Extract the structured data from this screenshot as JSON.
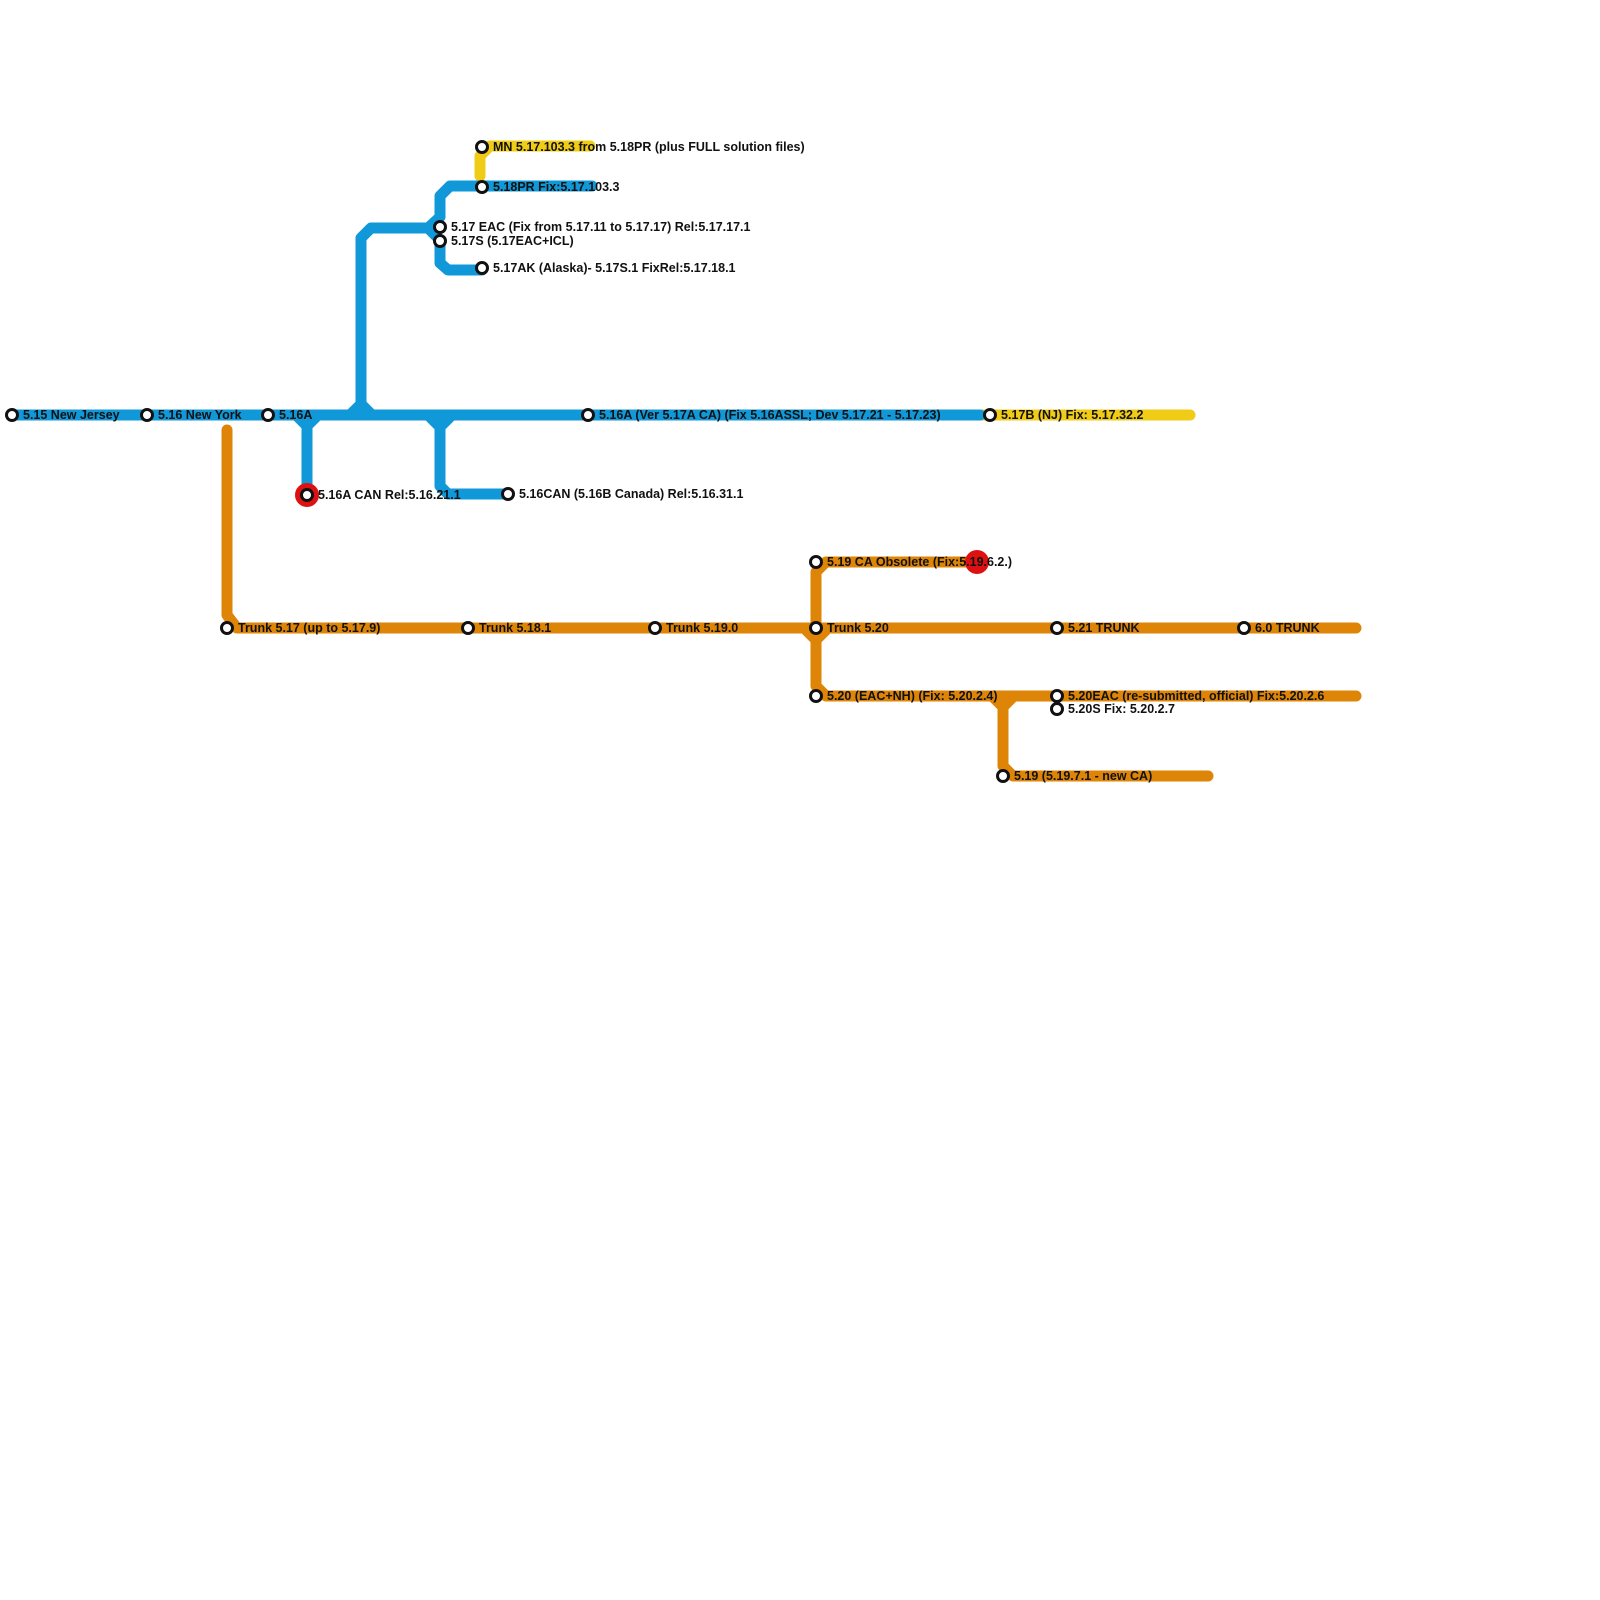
{
  "colors": {
    "blue_line": "#1098d8",
    "orange_line": "#de8508",
    "yellow_line": "#f0cc17",
    "station_fill": "#ffffff",
    "station_stroke": "#111111",
    "terminal_marker": "#dd1111",
    "text": "#111111"
  },
  "lines": [
    {
      "id": "blue",
      "color_key": "blue_line"
    },
    {
      "id": "orange",
      "color_key": "orange_line"
    },
    {
      "id": "yellow",
      "color_key": "yellow_line"
    }
  ],
  "stations": [
    {
      "id": "s515nj",
      "label": "5.15 New Jersey"
    },
    {
      "id": "s516ny",
      "label": "5.16 New York"
    },
    {
      "id": "s516a",
      "label": "5.16A"
    },
    {
      "id": "s516acan",
      "label": "5.16A CAN Rel:5.16.21.1",
      "status": "obsolete"
    },
    {
      "id": "s516can",
      "label": "5.16CAN (5.16B Canada) Rel:5.16.31.1"
    },
    {
      "id": "s516aver",
      "label": "5.16A (Ver 5.17A CA) (Fix 5.16ASSL; Dev 5.17.21 - 5.17.23)"
    },
    {
      "id": "s517bnj",
      "label": "5.17B (NJ) Fix: 5.17.32.2"
    },
    {
      "id": "s517eac",
      "label": "5.17 EAC (Fix from 5.17.11 to 5.17.17) Rel:5.17.17.1"
    },
    {
      "id": "s517s",
      "label": "5.17S (5.17EAC+ICL)"
    },
    {
      "id": "s517ak",
      "label": "5.17AK (Alaska)- 5.17S.1 FixRel:5.17.18.1"
    },
    {
      "id": "s518pr",
      "label": "5.18PR Fix:5.17.103.3"
    },
    {
      "id": "smn",
      "label": "MN 5.17.103.3 from 5.18PR (plus FULL solution files)"
    },
    {
      "id": "strunk517",
      "label": "Trunk 5.17 (up to 5.17.9)"
    },
    {
      "id": "strunk5181",
      "label": "Trunk 5.18.1"
    },
    {
      "id": "strunk5190",
      "label": "Trunk 5.19.0"
    },
    {
      "id": "strunk520",
      "label": "Trunk 5.20"
    },
    {
      "id": "s521",
      "label": "5.21 TRUNK"
    },
    {
      "id": "s60",
      "label": "6.0 TRUNK"
    },
    {
      "id": "s519ca",
      "label": "5.19 CA Obsolete (Fix:5.19.6.2.)"
    },
    {
      "id": "s520eacnh",
      "label": "5.20 (EAC+NH) (Fix: 5.20.2.4)"
    },
    {
      "id": "s520eac",
      "label": "5.20EAC (re-submitted, official) Fix:5.20.2.6"
    },
    {
      "id": "s520s",
      "label": "5.20S Fix: 5.20.2.7"
    },
    {
      "id": "s519new",
      "label": "5.19 (5.19.7.1 - new CA)"
    }
  ]
}
